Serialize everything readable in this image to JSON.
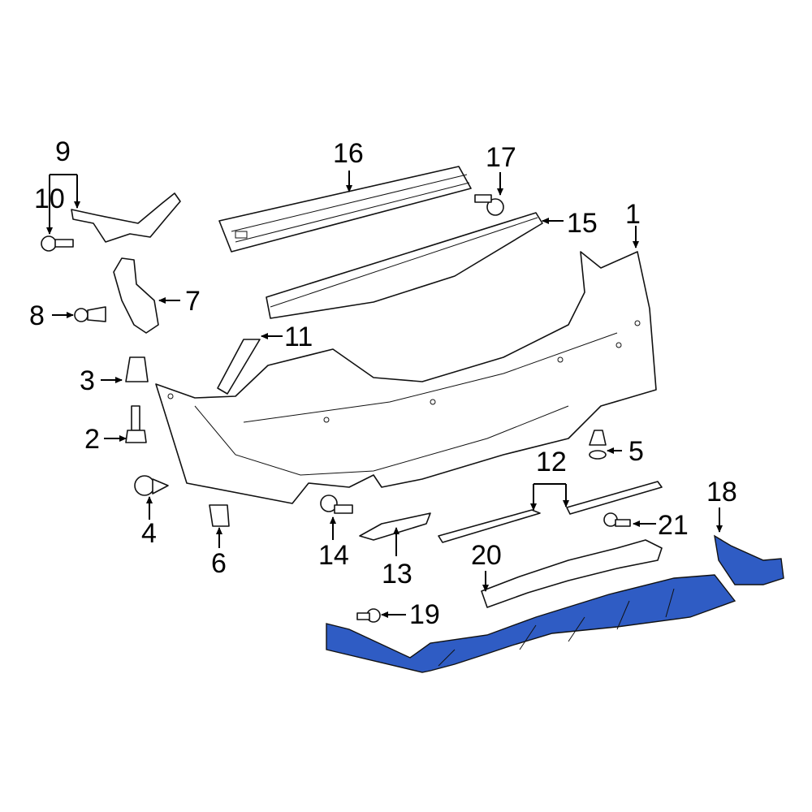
{
  "diagram": {
    "highlight_color": "#2f5cc4",
    "highlighted_part": "18",
    "callouts": [
      "1",
      "2",
      "3",
      "4",
      "5",
      "6",
      "7",
      "8",
      "9",
      "10",
      "11",
      "12",
      "13",
      "14",
      "15",
      "16",
      "17",
      "18",
      "19",
      "20",
      "21"
    ]
  }
}
